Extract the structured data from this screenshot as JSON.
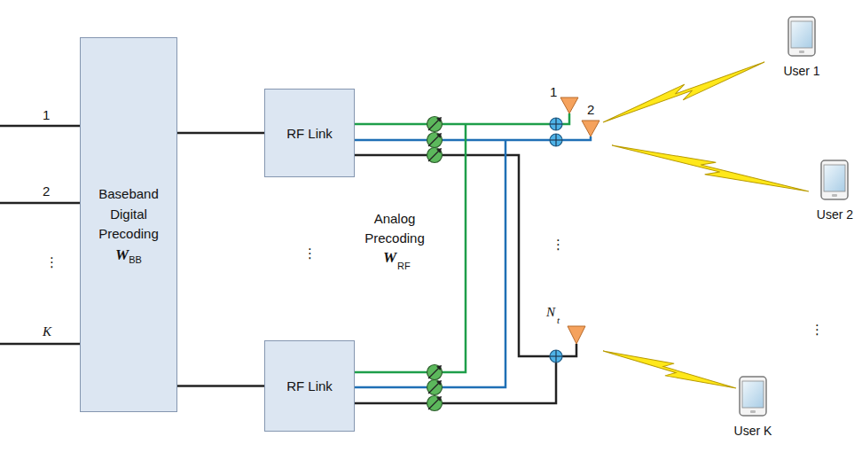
{
  "diagram": {
    "nodes": [
      {
        "text": [
          "Baseband Digital Precoding",
          "W",
          "BB"
        ]
      },
      {
        "text": [
          "RF Link"
        ]
      },
      {
        "text": [
          "RF Link"
        ]
      },
      {
        "text": [
          "User 1"
        ]
      },
      {
        "text": [
          "User 2"
        ]
      },
      {
        "text": [
          "User K"
        ]
      }
    ],
    "edges": [
      {
        "from": 0,
        "to": 1,
        "arrow": "none"
      },
      {
        "from": 0,
        "to": 2,
        "arrow": "none"
      }
    ],
    "labels": [
      "1",
      "2",
      "⋮",
      "K",
      "⋮",
      "Analog Precoding",
      "W",
      "RF",
      "1",
      "2",
      "⋮",
      "N",
      "t",
      "⋮"
    ]
  }
}
